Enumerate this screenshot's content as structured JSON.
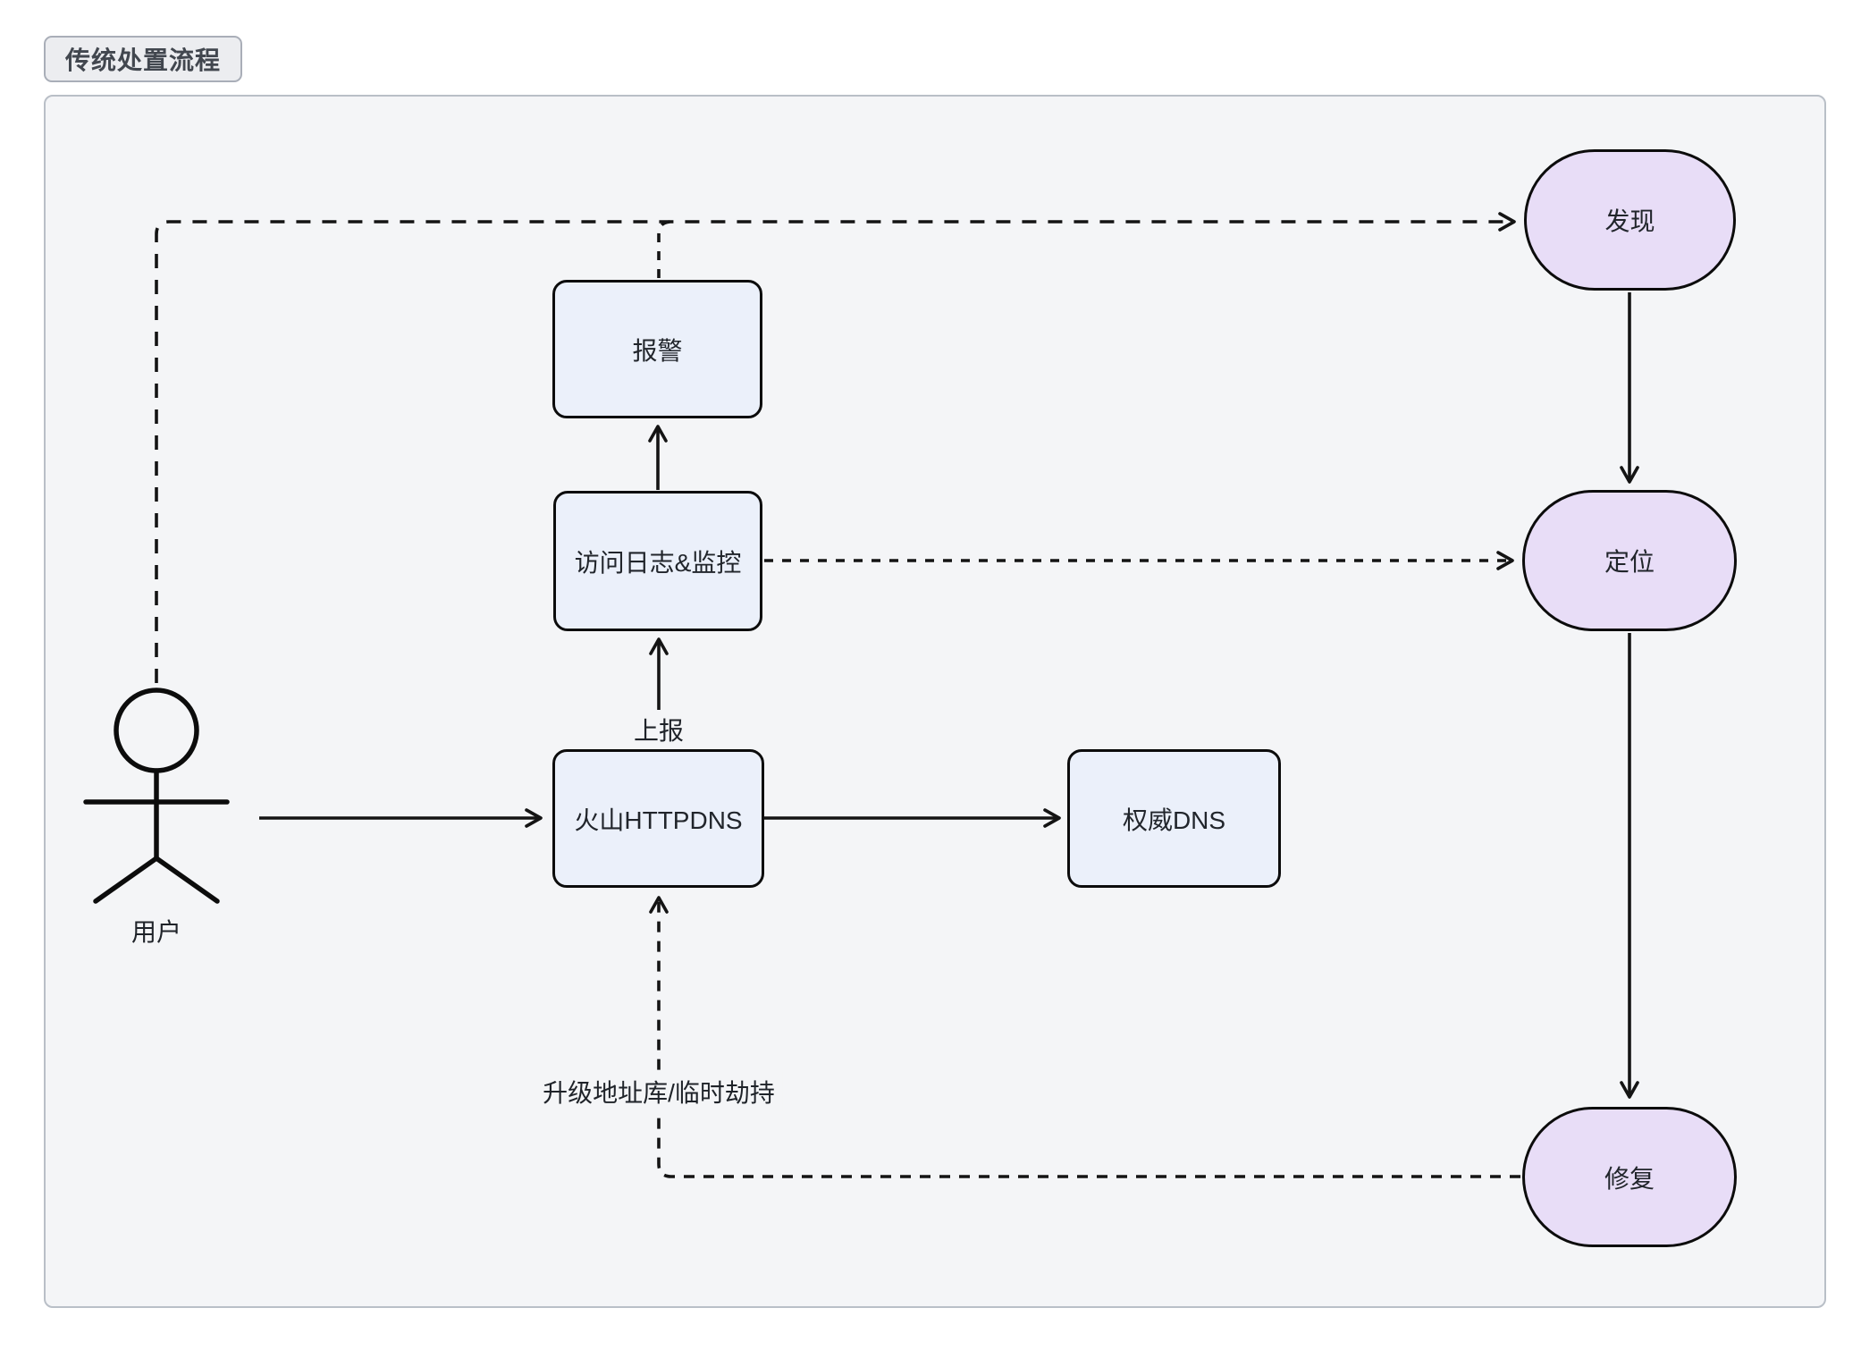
{
  "title_badge": {
    "label": "传统处置流程"
  },
  "canvas": {
    "background": "#f4f5f7",
    "border_color": "#b9bfc7"
  },
  "colors": {
    "process_fill": "#ebf0fa",
    "stage_fill": "#e8ddf7",
    "node_border": "#0c0c0c",
    "edge_stroke": "#141414",
    "badge_fill": "#ecedf0",
    "badge_border": "#a9aeb8",
    "text": "#21252b"
  },
  "actor": {
    "label": "用户"
  },
  "nodes": {
    "alarm": {
      "label": "报警"
    },
    "logs": {
      "label": "访问日志&监控"
    },
    "httpdns": {
      "label": "火山HTTPDNS"
    },
    "authdns": {
      "label": "权威DNS"
    },
    "discover": {
      "label": "发现"
    },
    "locate": {
      "label": "定位"
    },
    "fix": {
      "label": "修复"
    }
  },
  "edge_labels": {
    "report": "上报",
    "upgrade": "升级地址库/临时劫持"
  },
  "edges": [
    {
      "from": "用户",
      "to": "火山HTTPDNS",
      "style": "solid"
    },
    {
      "from": "火山HTTPDNS",
      "to": "权威DNS",
      "style": "solid"
    },
    {
      "from": "火山HTTPDNS",
      "to": "访问日志&监控",
      "style": "solid",
      "label": "上报"
    },
    {
      "from": "访问日志&监控",
      "to": "报警",
      "style": "solid"
    },
    {
      "from": "用户",
      "to": "发现",
      "style": "dashed"
    },
    {
      "from": "报警",
      "to": "发现",
      "style": "dashed"
    },
    {
      "from": "发现",
      "to": "定位",
      "style": "solid"
    },
    {
      "from": "访问日志&监控",
      "to": "定位",
      "style": "dashed"
    },
    {
      "from": "定位",
      "to": "修复",
      "style": "solid"
    },
    {
      "from": "修复",
      "to": "火山HTTPDNS",
      "style": "dashed",
      "label": "升级地址库/临时劫持"
    }
  ]
}
